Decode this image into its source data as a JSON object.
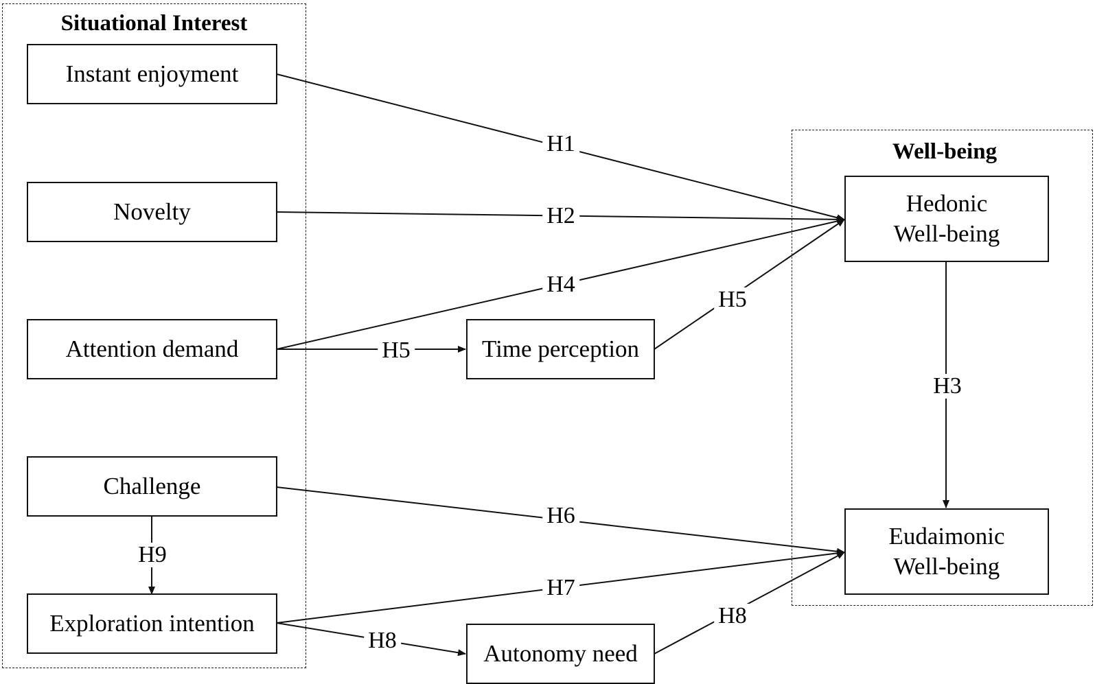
{
  "groups": {
    "situational_interest": {
      "title": "Situational Interest"
    },
    "well_being": {
      "title": "Well-being"
    }
  },
  "nodes": {
    "instant_enjoyment": {
      "label": "Instant enjoyment"
    },
    "novelty": {
      "label": "Novelty"
    },
    "attention_demand": {
      "label": "Attention demand"
    },
    "challenge": {
      "label": "Challenge"
    },
    "exploration_intention": {
      "label": "Exploration intention"
    },
    "time_perception": {
      "label": "Time perception"
    },
    "autonomy_need": {
      "label": "Autonomy need"
    },
    "hedonic": {
      "line1": "Hedonic",
      "line2": "Well-being"
    },
    "eudaimonic": {
      "line1": "Eudaimonic",
      "line2": "Well-being"
    }
  },
  "hypotheses": {
    "h1": "H1",
    "h2": "H2",
    "h3": "H3",
    "h4": "H4",
    "h5_a": "H5",
    "h5_b": "H5",
    "h6": "H6",
    "h7": "H7",
    "h8_a": "H8",
    "h8_b": "H8",
    "h9": "H9"
  },
  "colors": {
    "line": "#111111",
    "background": "#ffffff"
  }
}
